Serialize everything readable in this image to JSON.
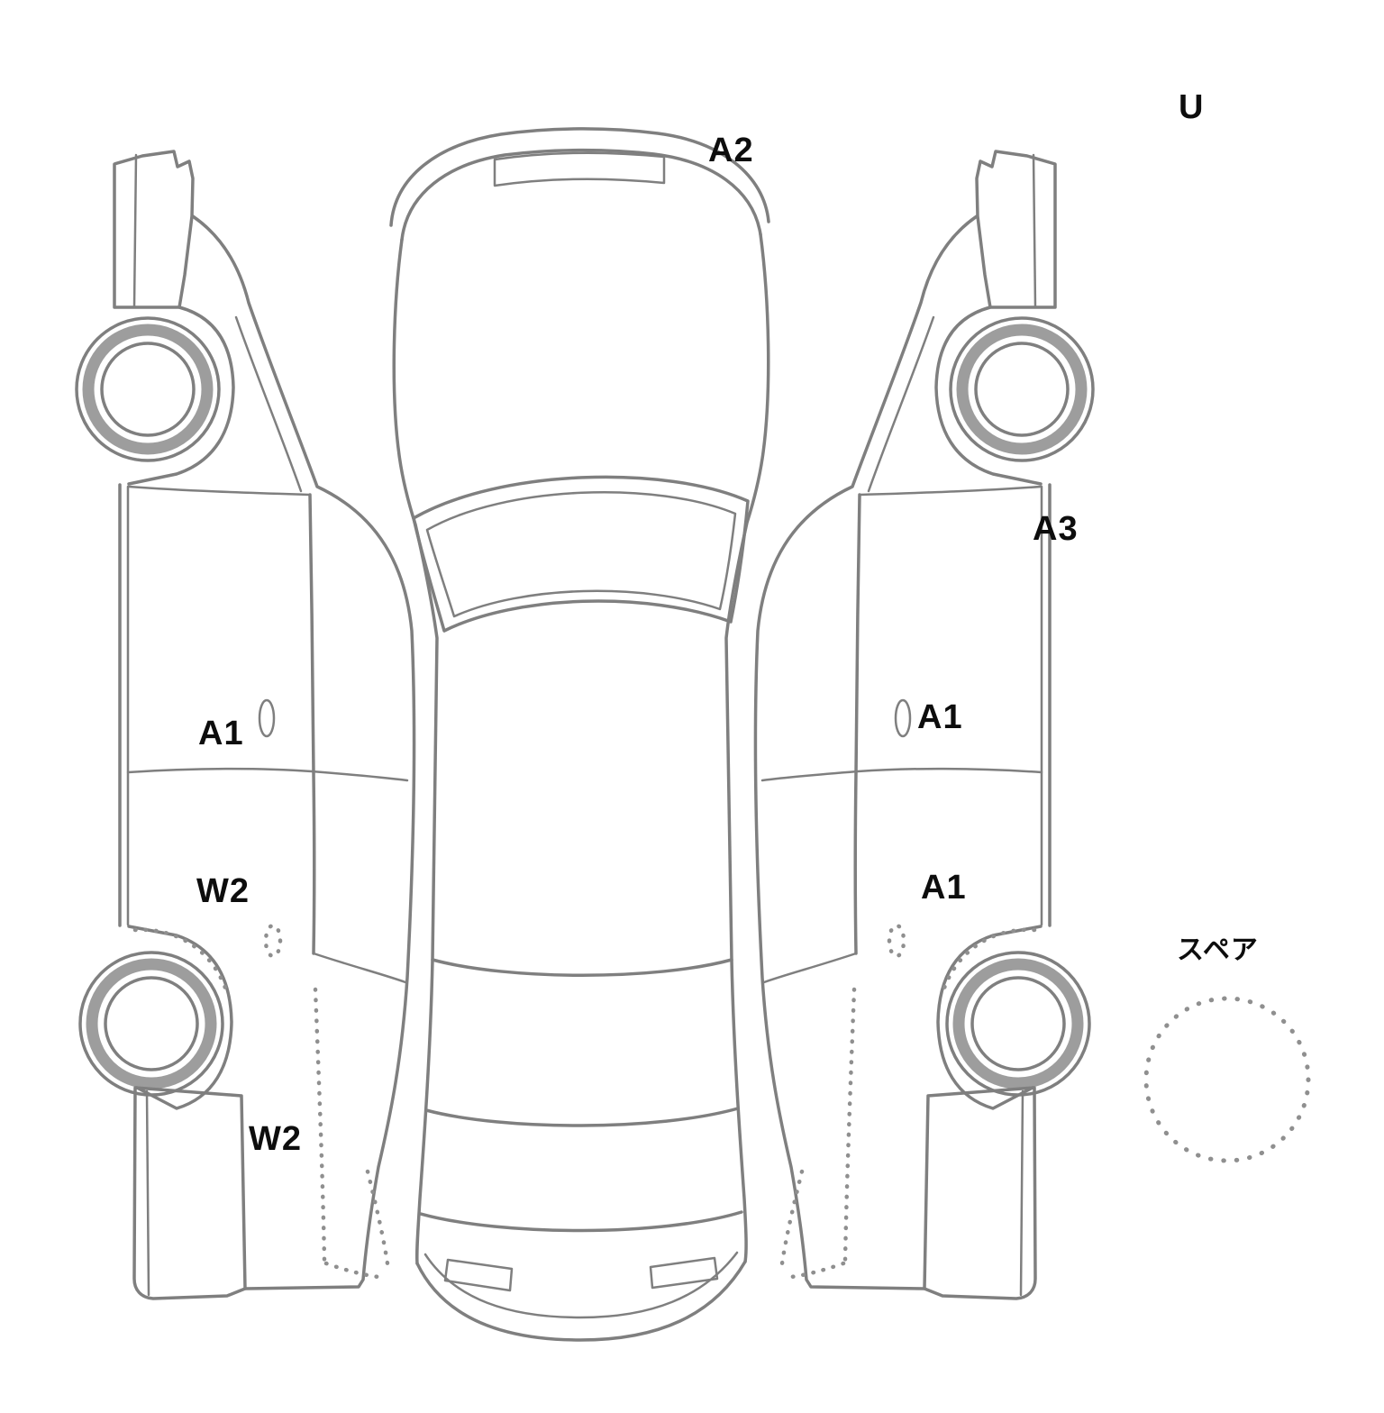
{
  "diagram": {
    "type": "vehicle-inspection-damage-diagram",
    "line_color": "#7f7f7f",
    "text_color": "#0d0d0d",
    "grade_mark": "U",
    "spare_tire_label": "スペア",
    "damage_marks": [
      {
        "code": "A2",
        "area": "top-view-front-right"
      },
      {
        "code": "A3",
        "area": "right-side-rocker"
      },
      {
        "code": "A1",
        "area": "left-side-front-door"
      },
      {
        "code": "A1",
        "area": "right-side-front-door"
      },
      {
        "code": "A1",
        "area": "right-side-rear-door"
      },
      {
        "code": "W2",
        "area": "left-side-rear-door"
      },
      {
        "code": "W2",
        "area": "left-side-rear-quarter"
      }
    ]
  }
}
